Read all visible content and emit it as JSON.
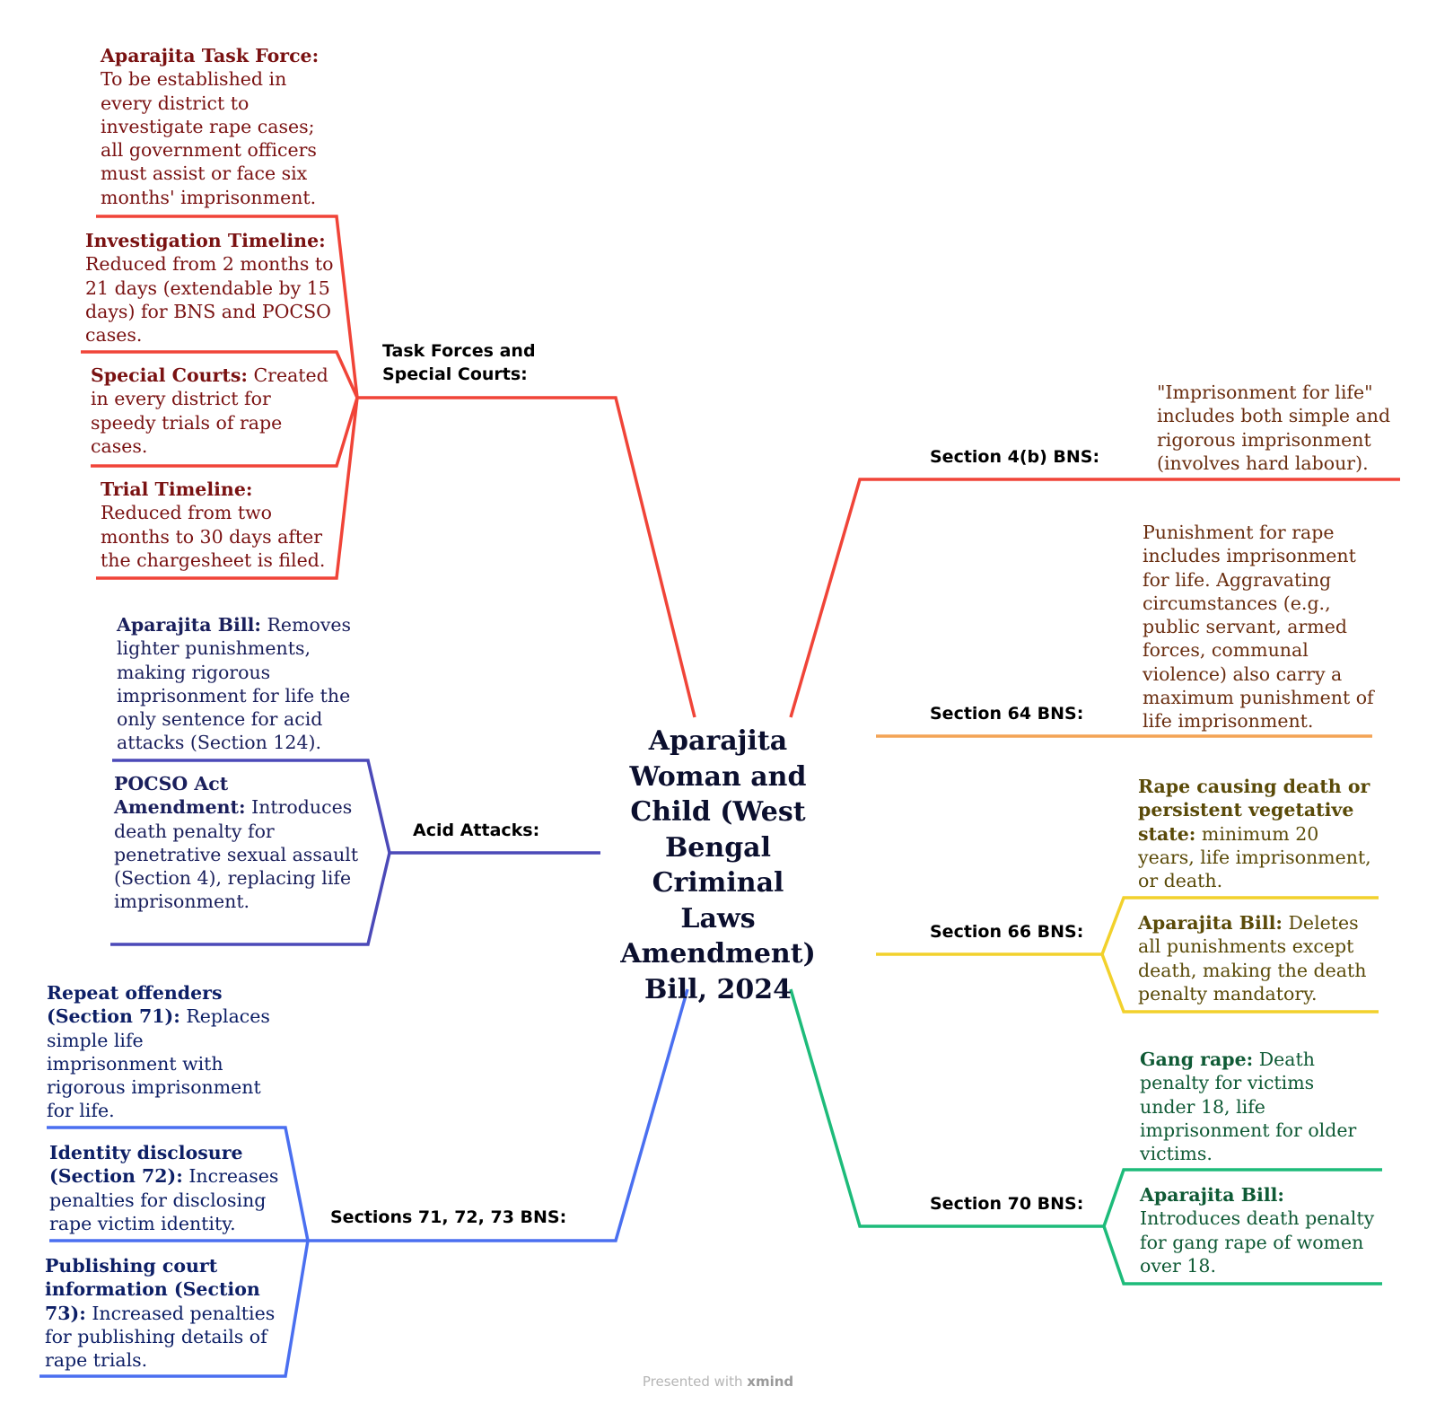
{
  "central_topic": "Aparajita Woman and Child (West Bengal Criminal Laws Amendment) Bill, 2024",
  "branches": {
    "task_forces": {
      "label": "Task Forces and Special Courts:",
      "color": "#f04438",
      "items": [
        {
          "title": "Aparajita Task Force:",
          "text": "To be established in every district to investigate rape cases; all government officers must assist or face six months' imprisonment."
        },
        {
          "title": "Investigation Timeline:",
          "text": "Reduced from 2 months to 21 days (extendable by 15 days) for BNS and POCSO cases."
        },
        {
          "title": "Special Courts:",
          "text": "Created in every district for speedy trials of rape cases."
        },
        {
          "title": "Trial Timeline:",
          "text": "Reduced from two months to 30 days after the chargesheet is filed."
        }
      ]
    },
    "acid_attacks": {
      "label": "Acid Attacks:",
      "color": "#4b49b8",
      "items": [
        {
          "title": "Aparajita Bill:",
          "text": "Removes lighter punishments, making rigorous imprisonment for life the only sentence for acid attacks (Section 124)."
        },
        {
          "title": "POCSO Act Amendment:",
          "text": "Introduces death penalty for penetrative sexual assault (Section 4), replacing life imprisonment."
        }
      ]
    },
    "sections_71_73": {
      "label": "Sections 71, 72, 73 BNS:",
      "color": "#4a6ff0",
      "items": [
        {
          "title": "Repeat offenders (Section 71):",
          "text": "Replaces simple life imprisonment with rigorous imprisonment for life."
        },
        {
          "title": "Identity disclosure (Section 72):",
          "text": "Increases penalties for disclosing rape victim identity."
        },
        {
          "title": "Publishing court information (Section 73):",
          "text": "Increased penalties for publishing details of rape trials."
        }
      ]
    },
    "section_4b": {
      "label": "Section 4(b) BNS:",
      "color": "#f04438",
      "items": [
        {
          "title": "",
          "text": "\"Imprisonment for life\" includes both simple and rigorous imprisonment (involves hard labour)."
        }
      ]
    },
    "section_64": {
      "label": "Section 64 BNS:",
      "color": "#f3a455",
      "items": [
        {
          "title": "",
          "text": "Punishment for rape includes imprisonment for life. Aggravating circumstances (e.g., public servant, armed forces, communal violence) also carry a maximum punishment of life imprisonment."
        }
      ]
    },
    "section_66": {
      "label": "Section 66 BNS:",
      "color": "#f2d12c",
      "items": [
        {
          "title": "Rape causing death or persistent vegetative state:",
          "text": "minimum 20 years, life imprisonment, or death."
        },
        {
          "title": "Aparajita Bill:",
          "text": "Deletes all punishments except death, making the death penalty mandatory."
        }
      ]
    },
    "section_70": {
      "label": "Section 70 BNS:",
      "color": "#1dbb7a",
      "items": [
        {
          "title": "Gang rape:",
          "text": "Death penalty for victims under 18, life imprisonment for older victims."
        },
        {
          "title": "Aparajita Bill:",
          "text": "Introduces death penalty for gang rape of women over 18."
        }
      ]
    }
  },
  "footer": {
    "prefix": "Presented with",
    "brand": "xmind"
  }
}
